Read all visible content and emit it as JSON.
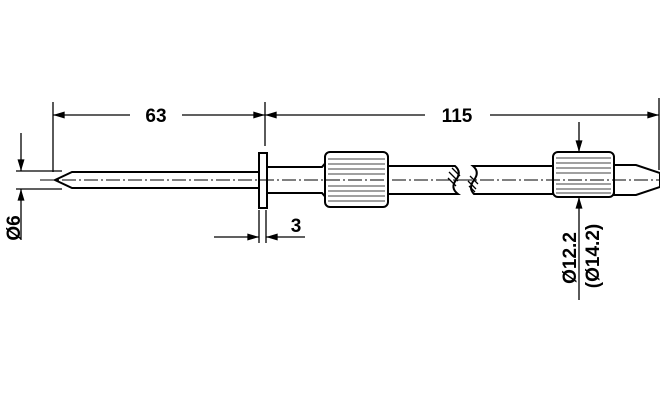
{
  "dimensions": {
    "length_pin": "63",
    "length_total": "115",
    "pin_diameter": "Ø6",
    "flange_thickness": "3",
    "knurl_diameter": "Ø12.2",
    "knurl_diameter_alt": "(Ø14.2)"
  },
  "colors": {
    "line": "#000000",
    "background": "#ffffff"
  }
}
